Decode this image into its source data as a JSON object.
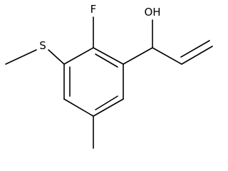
{
  "molecule": {
    "atoms": {
      "fluorine": "F",
      "hydroxyl": "OH",
      "sulfur": "S"
    }
  }
}
